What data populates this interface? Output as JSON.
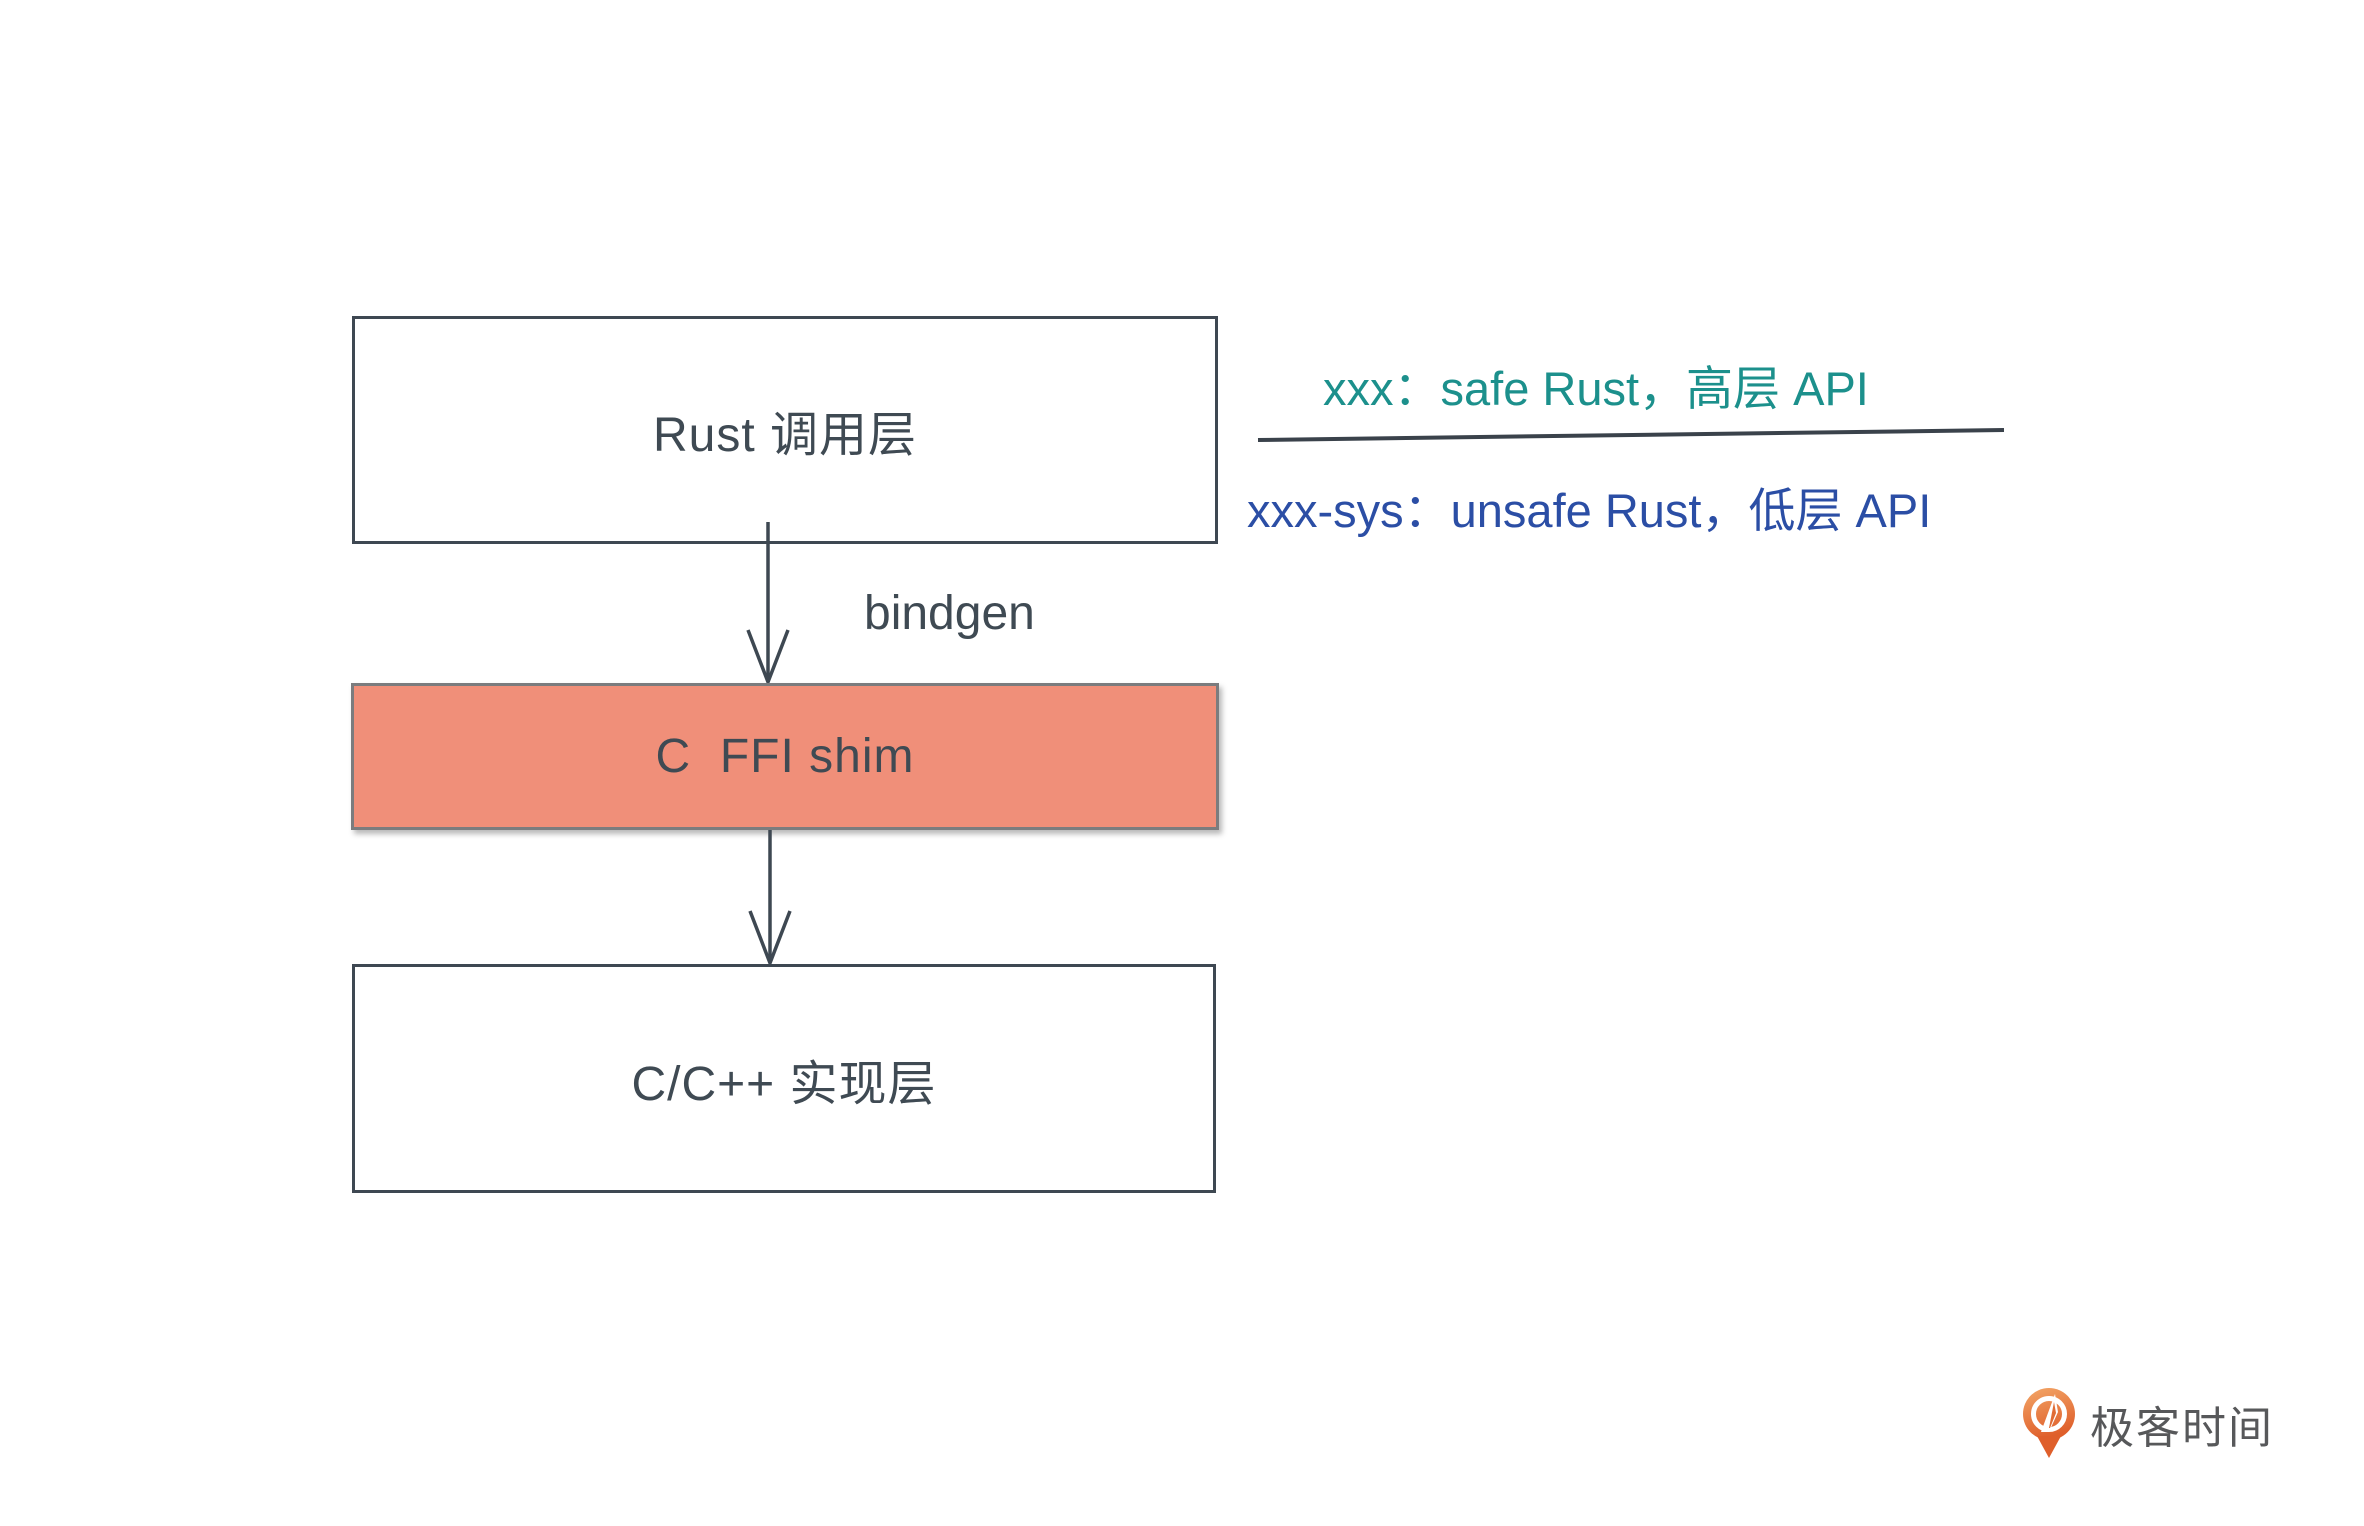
{
  "diagram": {
    "boxes": [
      {
        "id": "rust-layer",
        "label": "Rust 调用层"
      },
      {
        "id": "c-ffi-shim",
        "label": "C  FFI shim",
        "fill_color": "#F08F79"
      },
      {
        "id": "c-impl-layer",
        "label": "C/C++ 实现层"
      }
    ],
    "arrows": [
      {
        "from": "rust-layer",
        "to": "c-ffi-shim",
        "label": "bindgen"
      },
      {
        "from": "c-ffi-shim",
        "to": "c-impl-layer",
        "label": ""
      }
    ],
    "arrow_label": "bindgen",
    "legend": {
      "safe_line": {
        "text": "xxx：safe Rust，高层 API",
        "color": "#1C908C"
      },
      "sys_line": {
        "text": "xxx-sys：unsafe Rust，低层 API",
        "color": "#2B4EA5"
      }
    }
  },
  "branding": {
    "logo_text": "极客时间",
    "logo_icon": "geektime-pin-icon",
    "logo_orange": "#DF5F2B",
    "logo_text_color": "#57585A"
  },
  "colors": {
    "box_border": "#3E4852",
    "box_text": "#3F4A53",
    "ffi_fill": "#F08F79",
    "divider_line": "#3A424B"
  }
}
